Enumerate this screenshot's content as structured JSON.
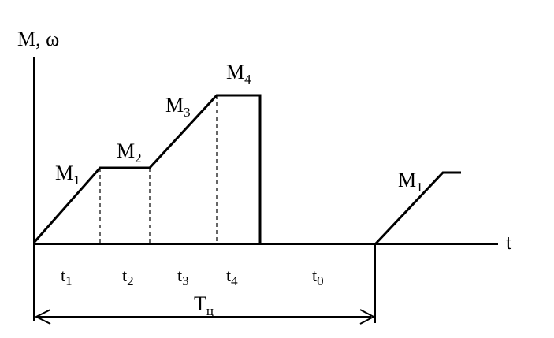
{
  "axes": {
    "y_label": "M, ω",
    "x_label": "t"
  },
  "torque_labels": [
    {
      "base": "M",
      "sub": "1"
    },
    {
      "base": "M",
      "sub": "2"
    },
    {
      "base": "M",
      "sub": "3"
    },
    {
      "base": "M",
      "sub": "4"
    },
    {
      "base": "M",
      "sub": "1"
    }
  ],
  "interval_labels": [
    {
      "base": "t",
      "sub": "1"
    },
    {
      "base": "t",
      "sub": "2"
    },
    {
      "base": "t",
      "sub": "3"
    },
    {
      "base": "t",
      "sub": "4"
    },
    {
      "base": "t",
      "sub": "0"
    }
  ],
  "cycle_label": {
    "base": "T",
    "sub": "ц"
  }
}
